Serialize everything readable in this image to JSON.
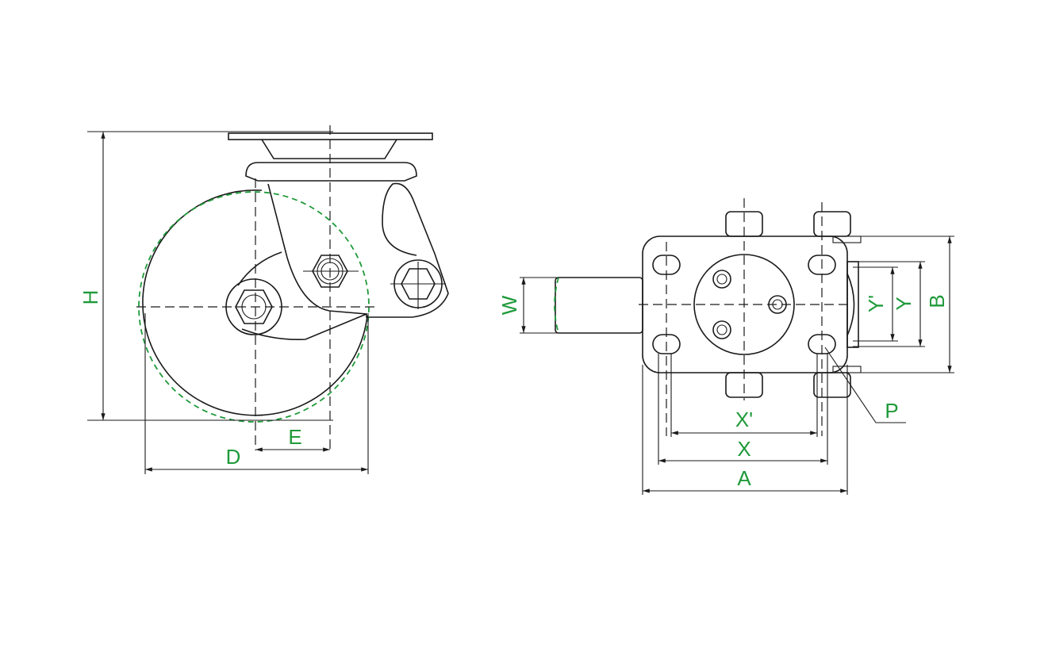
{
  "labels": {
    "H": "H",
    "D": "D",
    "E": "E",
    "W": "W",
    "A": "A",
    "X": "X",
    "X_prime": "X'",
    "B": "B",
    "Y": "Y",
    "Y_prime": "Y'",
    "P": "P"
  },
  "colors": {
    "dimension_text": "#1f9a3a",
    "outline": "#1a1a1a",
    "wheel_dash": "#1f9a3a"
  }
}
